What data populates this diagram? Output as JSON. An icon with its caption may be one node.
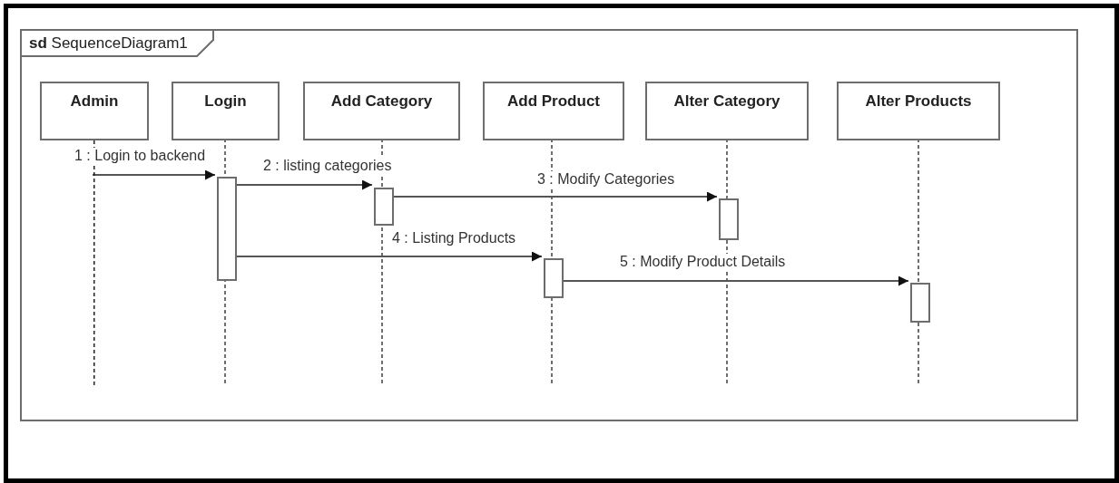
{
  "diagram": {
    "nodes": [
      {
        "text": [
          "**sd** SequenceDiagram1"
        ]
      },
      {
        "text": [
          "Admin"
        ],
        "in": 0
      },
      {
        "text": [
          "Login"
        ],
        "in": 0
      },
      {
        "text": [
          "Add Category"
        ],
        "in": 0
      },
      {
        "text": [
          "Add Product"
        ],
        "in": 0
      },
      {
        "text": [
          "Alter Category"
        ],
        "in": 0
      },
      {
        "text": [
          "Alter Products"
        ],
        "in": 0
      },
      {
        "text": [],
        "shape": "bar",
        "in": 0
      },
      {
        "text": [],
        "shape": "bar",
        "in": 0
      },
      {
        "text": [],
        "shape": "bar",
        "in": 0
      },
      {
        "text": [],
        "shape": "bar",
        "in": 0
      },
      {
        "text": [],
        "shape": "bar",
        "in": 0
      }
    ],
    "edges": [
      {
        "from": 1,
        "to": 7,
        "arrow": "to",
        "label": "1 : Login to backend"
      },
      {
        "from": 7,
        "to": 8,
        "arrow": "to",
        "label": "2 : listing categories"
      },
      {
        "from": 8,
        "to": 9,
        "arrow": "to",
        "label": "3 : Modify Categories"
      },
      {
        "from": 7,
        "to": 10,
        "arrow": "to",
        "label": "4 : Listing Products"
      },
      {
        "from": 10,
        "to": 11,
        "arrow": "to",
        "label": "5 : Modify Product Details"
      }
    ]
  }
}
